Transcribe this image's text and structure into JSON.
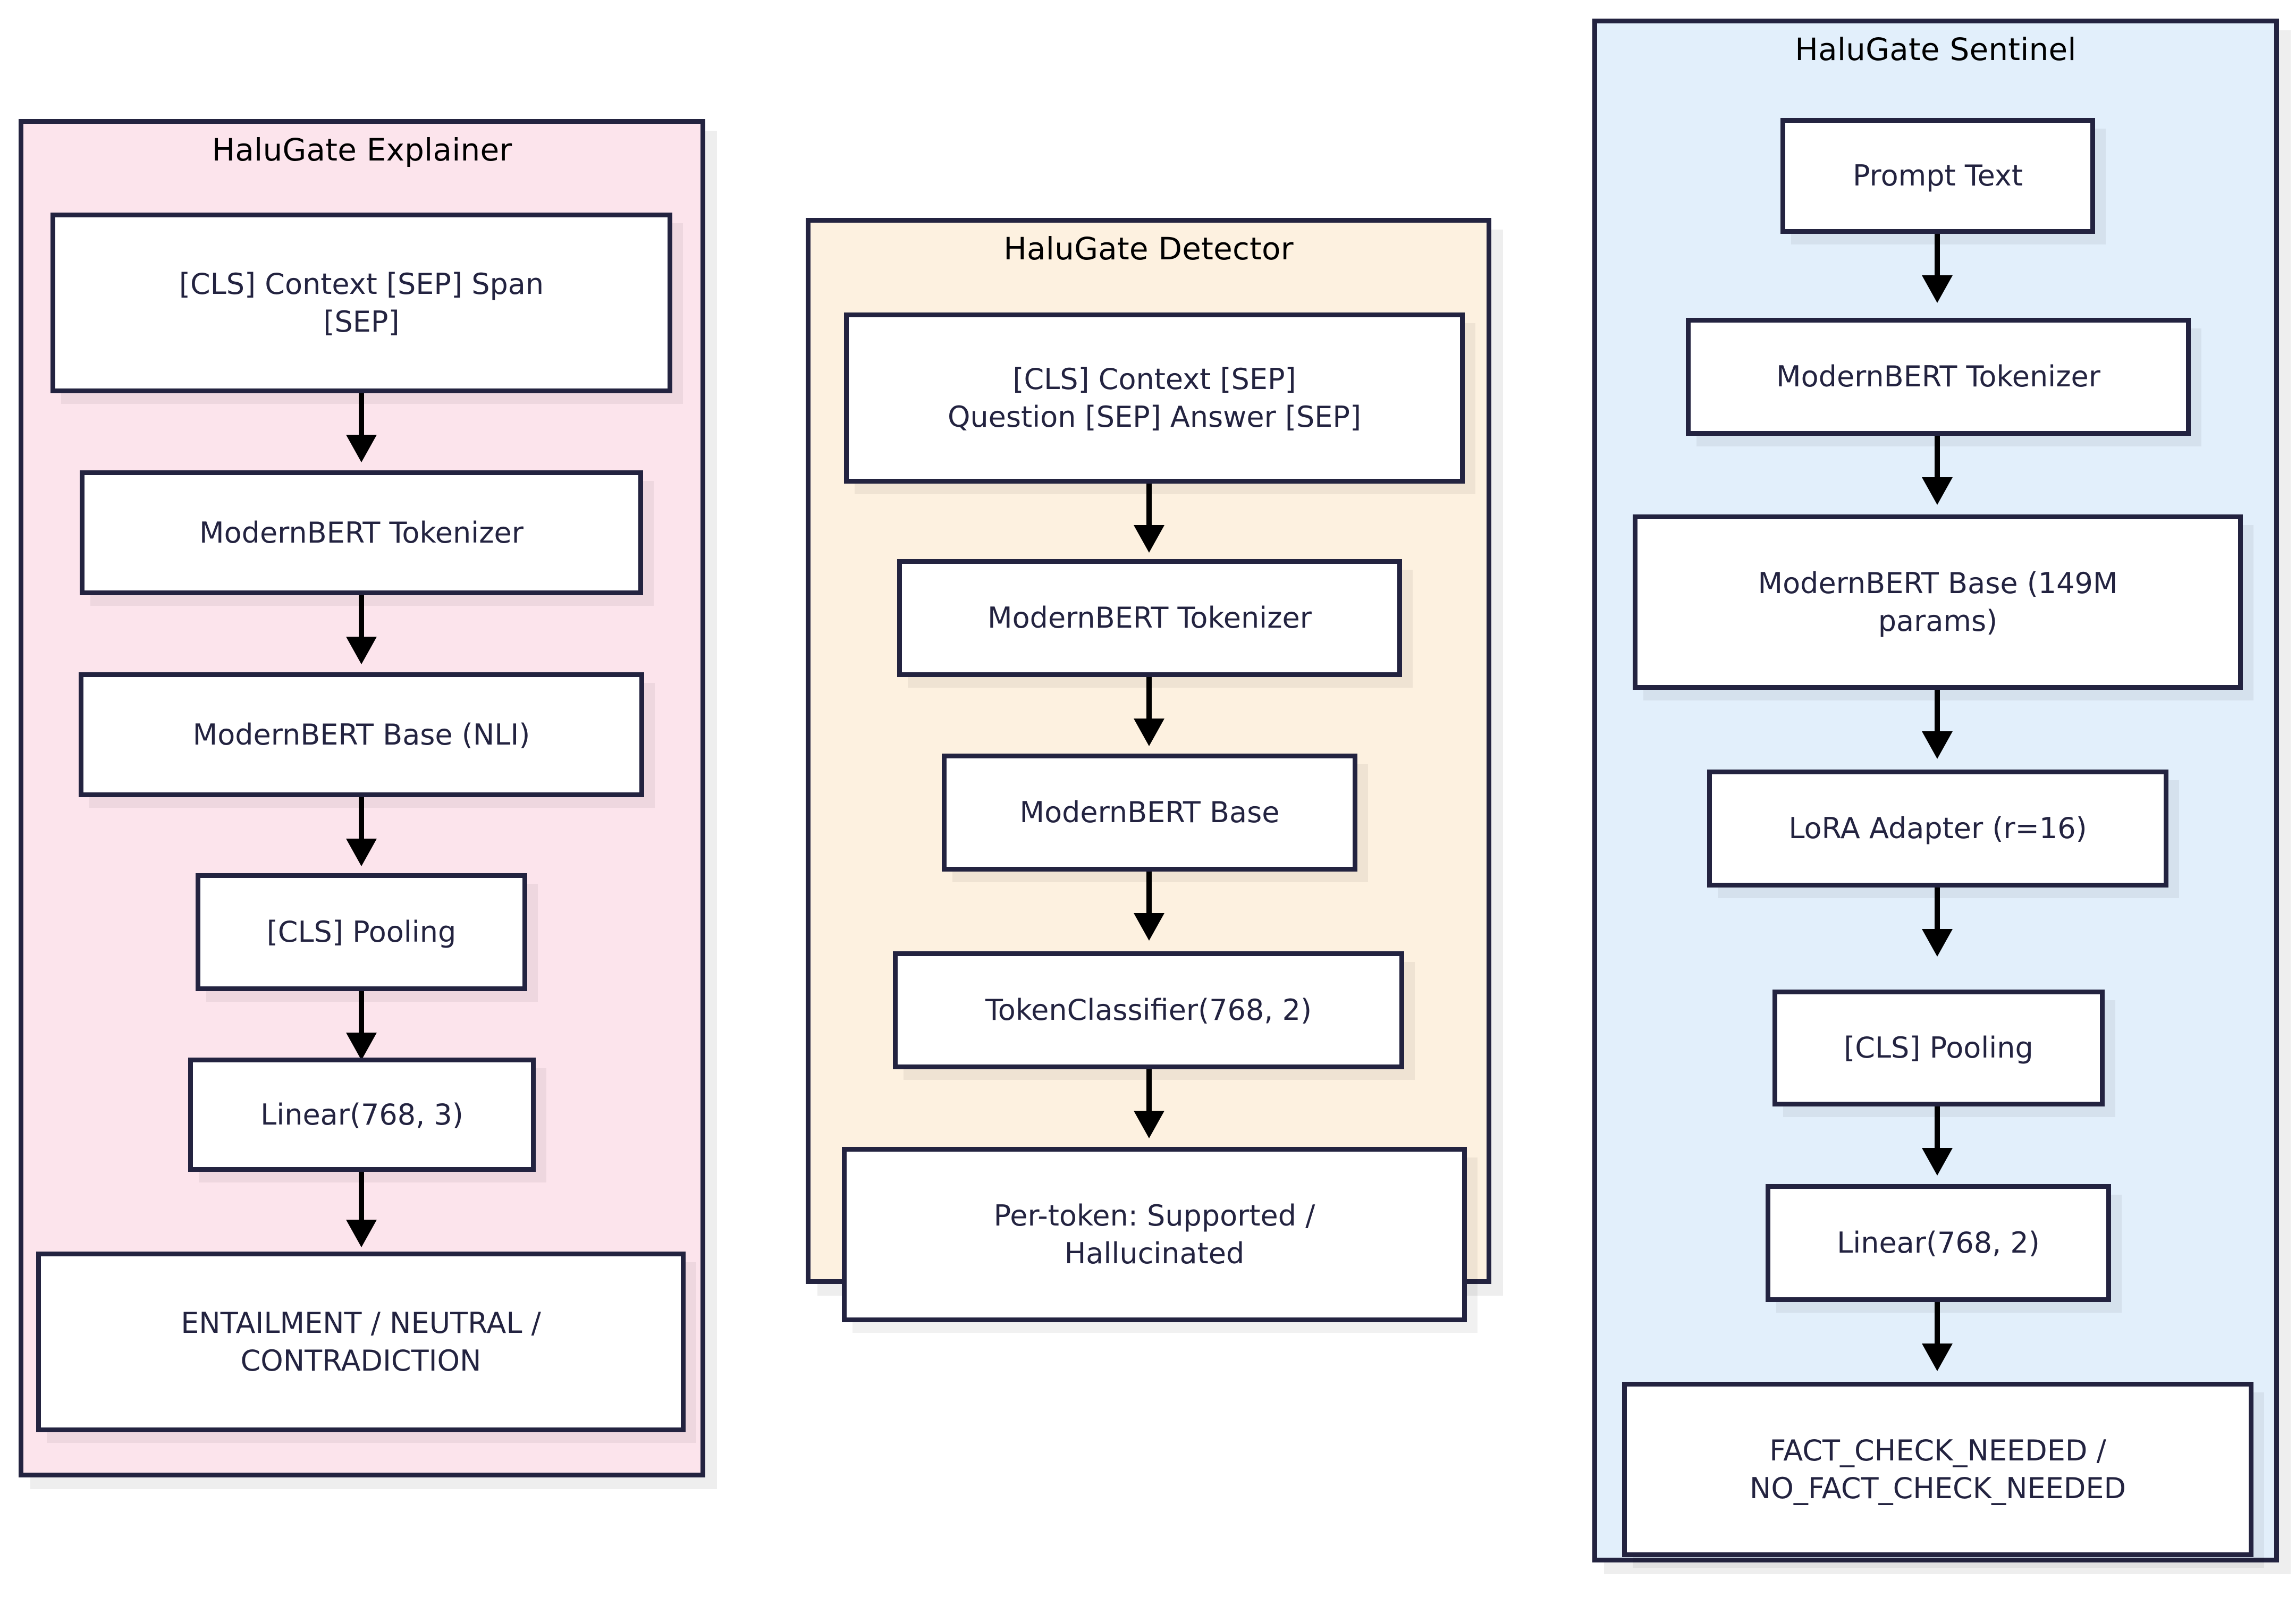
{
  "diagram": {
    "type": "flowchart",
    "orientation": "top-down",
    "title": "HaluGate model architectures",
    "colors": {
      "explainer_fill": "#fce4ec",
      "detector_fill": "#fdf1e0",
      "sentinel_fill": "#e2effb",
      "node_fill": "#ffffff",
      "border": "#232340",
      "arrow": "#000000",
      "title_text": "#000000",
      "node_text": "#232340",
      "page_background": "#ffffff"
    }
  },
  "panels": [
    {
      "id": "explainer",
      "title": "HaluGate Explainer",
      "nodes": [
        {
          "id": "exp-input",
          "label": "[CLS] Context [SEP] Span\n[SEP]"
        },
        {
          "id": "exp-tokenizer",
          "label": "ModernBERT Tokenizer"
        },
        {
          "id": "exp-base",
          "label": "ModernBERT Base (NLI)"
        },
        {
          "id": "exp-pooling",
          "label": "[CLS] Pooling"
        },
        {
          "id": "exp-linear",
          "label": "Linear(768, 3)"
        },
        {
          "id": "exp-output",
          "label": "ENTAILMENT / NEUTRAL /\nCONTRADICTION"
        }
      ],
      "edges": [
        {
          "from": "exp-input",
          "to": "exp-tokenizer"
        },
        {
          "from": "exp-tokenizer",
          "to": "exp-base"
        },
        {
          "from": "exp-base",
          "to": "exp-pooling"
        },
        {
          "from": "exp-pooling",
          "to": "exp-linear"
        },
        {
          "from": "exp-linear",
          "to": "exp-output"
        }
      ]
    },
    {
      "id": "detector",
      "title": "HaluGate Detector",
      "nodes": [
        {
          "id": "det-input",
          "label": "[CLS] Context [SEP]\nQuestion [SEP] Answer [SEP]"
        },
        {
          "id": "det-tokenizer",
          "label": "ModernBERT Tokenizer"
        },
        {
          "id": "det-base",
          "label": "ModernBERT Base"
        },
        {
          "id": "det-classifier",
          "label": "TokenClassifier(768, 2)"
        },
        {
          "id": "det-output",
          "label": "Per-token: Supported /\nHallucinated"
        }
      ],
      "edges": [
        {
          "from": "det-input",
          "to": "det-tokenizer"
        },
        {
          "from": "det-tokenizer",
          "to": "det-base"
        },
        {
          "from": "det-base",
          "to": "det-classifier"
        },
        {
          "from": "det-classifier",
          "to": "det-output"
        }
      ]
    },
    {
      "id": "sentinel",
      "title": "HaluGate Sentinel",
      "nodes": [
        {
          "id": "sen-input",
          "label": "Prompt Text"
        },
        {
          "id": "sen-tokenizer",
          "label": "ModernBERT Tokenizer"
        },
        {
          "id": "sen-base",
          "label": "ModernBERT Base (149M\nparams)"
        },
        {
          "id": "sen-lora",
          "label": "LoRA Adapter (r=16)"
        },
        {
          "id": "sen-pooling",
          "label": "[CLS] Pooling"
        },
        {
          "id": "sen-linear",
          "label": "Linear(768, 2)"
        },
        {
          "id": "sen-output",
          "label": "FACT_CHECK_NEEDED /\nNO_FACT_CHECK_NEEDED"
        }
      ],
      "edges": [
        {
          "from": "sen-input",
          "to": "sen-tokenizer"
        },
        {
          "from": "sen-tokenizer",
          "to": "sen-base"
        },
        {
          "from": "sen-base",
          "to": "sen-lora"
        },
        {
          "from": "sen-lora",
          "to": "sen-pooling"
        },
        {
          "from": "sen-pooling",
          "to": "sen-linear"
        },
        {
          "from": "sen-linear",
          "to": "sen-output"
        }
      ]
    }
  ]
}
